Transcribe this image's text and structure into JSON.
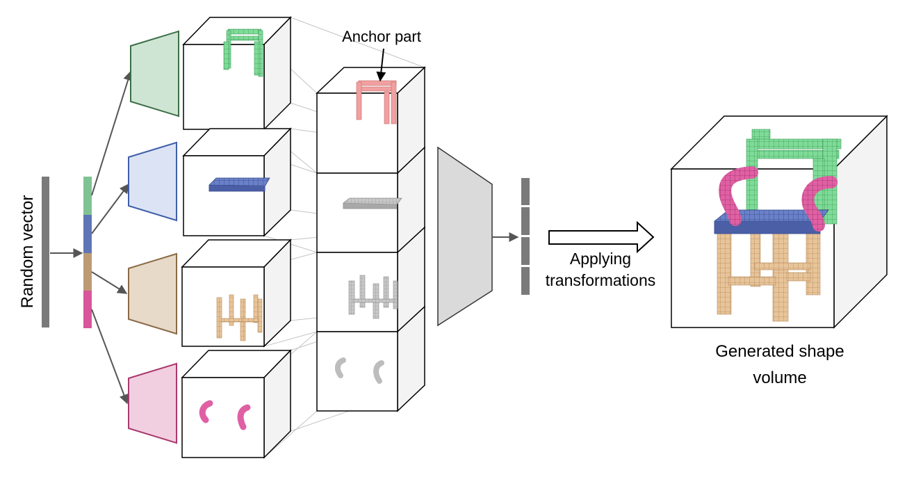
{
  "labels": {
    "random_vector": "Random vector",
    "anchor_part": "Anchor part",
    "applying_line1": "Applying",
    "applying_line2": "transformations",
    "generated_line1": "Generated shape",
    "generated_line2": "volume"
  },
  "colors": {
    "green_part": "#7fdc98",
    "green_fill": "#cfe5d4",
    "green_stroke": "#3c6e46",
    "blue_part": "#6a80c8",
    "blue_fill": "#dbe3f5",
    "blue_stroke": "#3f5fa8",
    "tan_part": "#e8c49a",
    "tan_fill": "#e8dac8",
    "tan_stroke": "#8a6a46",
    "pink_part": "#e060a4",
    "pink_fill": "#f2cfe0",
    "pink_stroke": "#a83a6e",
    "anchor_part": "#f0a0a0",
    "gray_part": "#bdbdbd",
    "gray_bar": "#7a7a7a",
    "decoder_fill": "#dadada",
    "arrow": "#555555"
  }
}
